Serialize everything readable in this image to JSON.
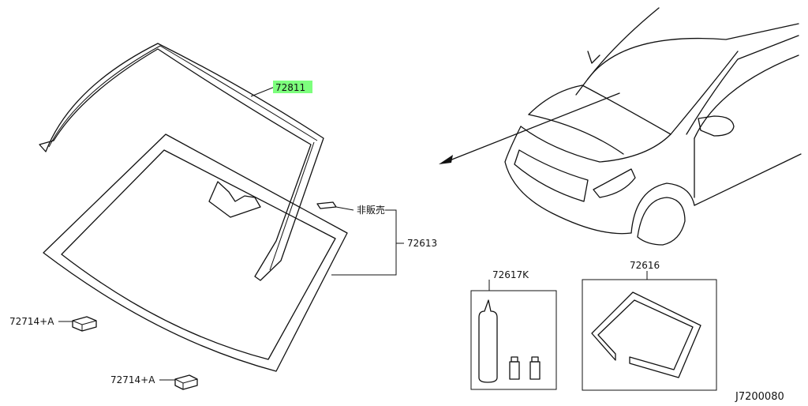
{
  "labels": {
    "molding": "72811",
    "not_for_sale": "非販売",
    "windshield": "72613",
    "kit_adhesive": "72617K",
    "kit_dam": "72616",
    "spacer_left": "72714+A",
    "spacer_bottom": "72714+A",
    "diagram_code": "J7200080"
  },
  "colors": {
    "highlight": "#7dff7d",
    "line": "#111111"
  }
}
